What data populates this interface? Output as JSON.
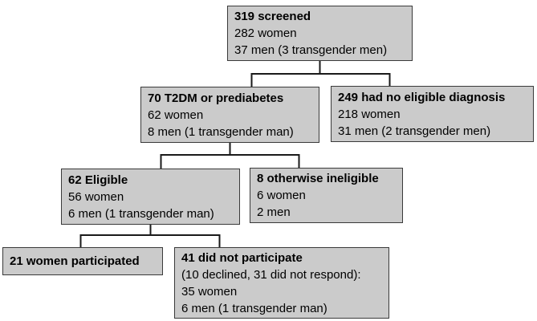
{
  "colors": {
    "background": "#ffffff",
    "box_fill": "#cbcbcb",
    "box_border": "#3a3a3a",
    "line": "#1a1a1a",
    "text": "#000000"
  },
  "flowchart": {
    "boxes": [
      {
        "title": "319 screened",
        "lines": [
          "282 women",
          "37 men (3 transgender men)"
        ]
      },
      {
        "title": "70 T2DM or prediabetes",
        "lines": [
          "62 women",
          "8 men (1 transgender man)"
        ]
      },
      {
        "title": "249 had no eligible diagnosis",
        "lines": [
          "218 women",
          "31 men (2 transgender men)"
        ]
      },
      {
        "title": "62 Eligible",
        "lines": [
          "56 women",
          "6 men (1 transgender man)"
        ]
      },
      {
        "title": "8 otherwise ineligible",
        "lines": [
          "6 women",
          "2 men"
        ]
      },
      {
        "title": "21 women participated",
        "lines": []
      },
      {
        "title": "41 did not participate",
        "lines": [
          "(10 declined, 31 did not respond):",
          "35 women",
          "6 men (1 transgender man)"
        ]
      }
    ]
  }
}
